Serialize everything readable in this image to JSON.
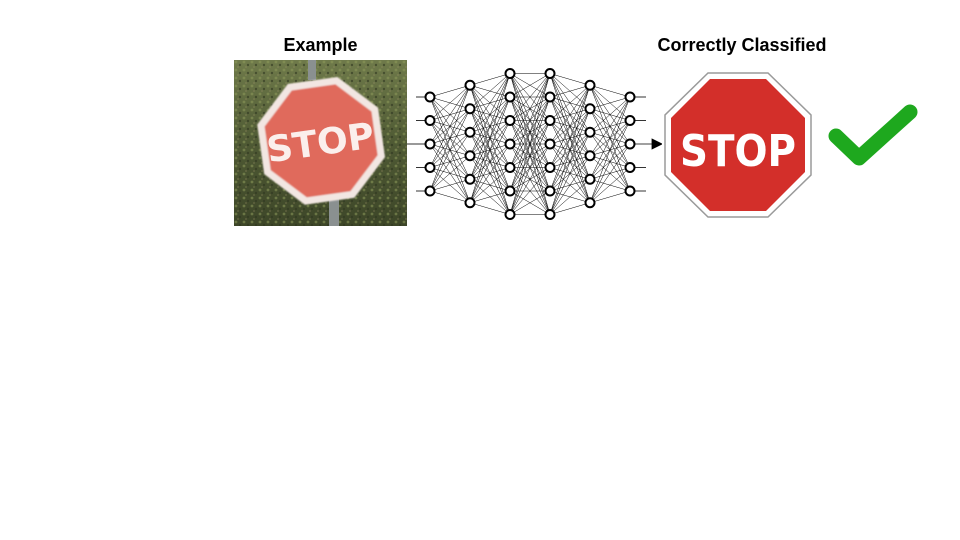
{
  "captions": {
    "input": "Example",
    "output": "Correctly Classified"
  },
  "input_image": {
    "sign_text": "STOP"
  },
  "output_image": {
    "sign_text": "STOP"
  },
  "network": {
    "layer_sizes": [
      5,
      6,
      7,
      7,
      6,
      5
    ]
  },
  "colors": {
    "clean_sign_red": "#d32f2a",
    "faded_sign_red": "#e06a5c",
    "check_green": "#1ea81e",
    "grass": "#4f5a34"
  },
  "icons": {
    "result": "checkmark-icon"
  }
}
